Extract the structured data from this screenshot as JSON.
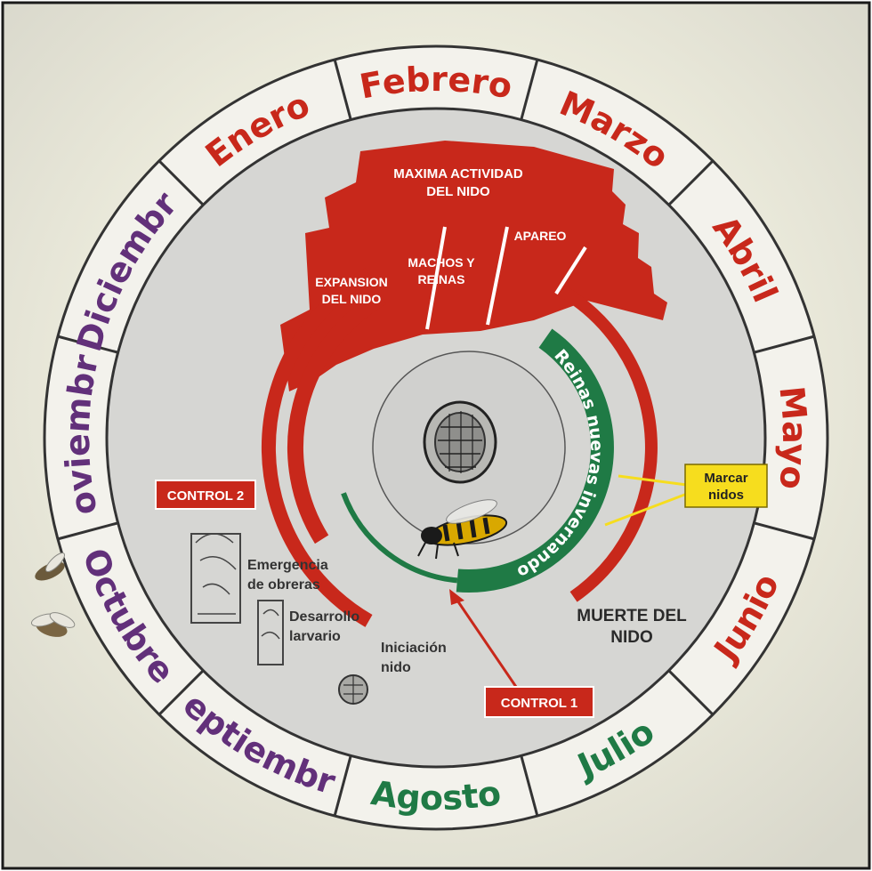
{
  "colors": {
    "red": "#c8281b",
    "green": "#1f7a45",
    "purple": "#62307a",
    "yellow": "#f6dd1e",
    "ring_fill": "#d9d9d6",
    "inner_fill": "#d2d2d0",
    "line": "#444444"
  },
  "months": [
    {
      "label": "Enero",
      "color_key": "red"
    },
    {
      "label": "Febrero",
      "color_key": "red"
    },
    {
      "label": "Marzo",
      "color_key": "red"
    },
    {
      "label": "Abril",
      "color_key": "red"
    },
    {
      "label": "Mayo",
      "color_key": "red"
    },
    {
      "label": "Junio",
      "color_key": "red"
    },
    {
      "label": "Julio",
      "color_key": "green"
    },
    {
      "label": "Agosto",
      "color_key": "green"
    },
    {
      "label": "Septiembre",
      "color_key": "purple"
    },
    {
      "label": "Octubre",
      "color_key": "purple"
    },
    {
      "label": "Noviembre",
      "color_key": "purple"
    },
    {
      "label": "Diciembre",
      "color_key": "purple"
    }
  ],
  "phases": {
    "max_activity_line1": "MAXIMA ACTIVIDAD",
    "max_activity_line2": "DEL NIDO",
    "expansion_line1": "EXPANSION",
    "expansion_line2": "DEL NIDO",
    "males_queens_line1": "MACHOS Y",
    "males_queens_line2": "REINAS",
    "mating": "APAREO",
    "new_queens_arc": "Reinas nuevas invernando",
    "nest_death_line1": "MUERTE DEL",
    "nest_death_line2": "NIDO"
  },
  "stages": {
    "workers_line1": "Emergencia",
    "workers_line2": "de obreras",
    "larval_line1": "Desarrollo",
    "larval_line2": "larvario",
    "init_line1": "Iniciación",
    "init_line2": "nido"
  },
  "controls": {
    "control1": "CONTROL 1",
    "control2": "CONTROL 2",
    "mark_line1": "Marcar",
    "mark_line2": "nidos"
  },
  "icons": {
    "nest": "nest-comb-icon",
    "queen": "queen-wasp-icon",
    "small_nest": "small-nest-icon",
    "cells": "brood-cells-icon",
    "wasps": "flying-wasp-icon"
  }
}
